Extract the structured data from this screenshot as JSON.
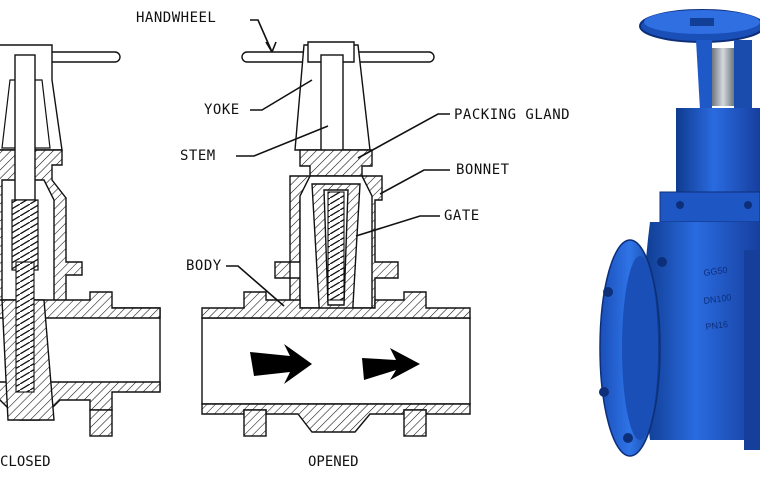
{
  "labels": {
    "handwheel": "HANDWHEEL",
    "yoke": "YOKE",
    "stem": "STEM",
    "packing_gland": "PACKING GLAND",
    "bonnet": "BONNET",
    "gate": "GATE",
    "body": "BODY"
  },
  "captions": {
    "closed": "CLOSED",
    "opened": "OPENED"
  },
  "photo": {
    "marking_1": "GG50",
    "marking_2": "DN100",
    "marking_3": "PN16"
  },
  "colors": {
    "line": "#111111",
    "valve_blue": "#1f58c7",
    "valve_dark": "#123f96",
    "stem_metal": "#9aa4ad",
    "arrow": "#000000"
  }
}
